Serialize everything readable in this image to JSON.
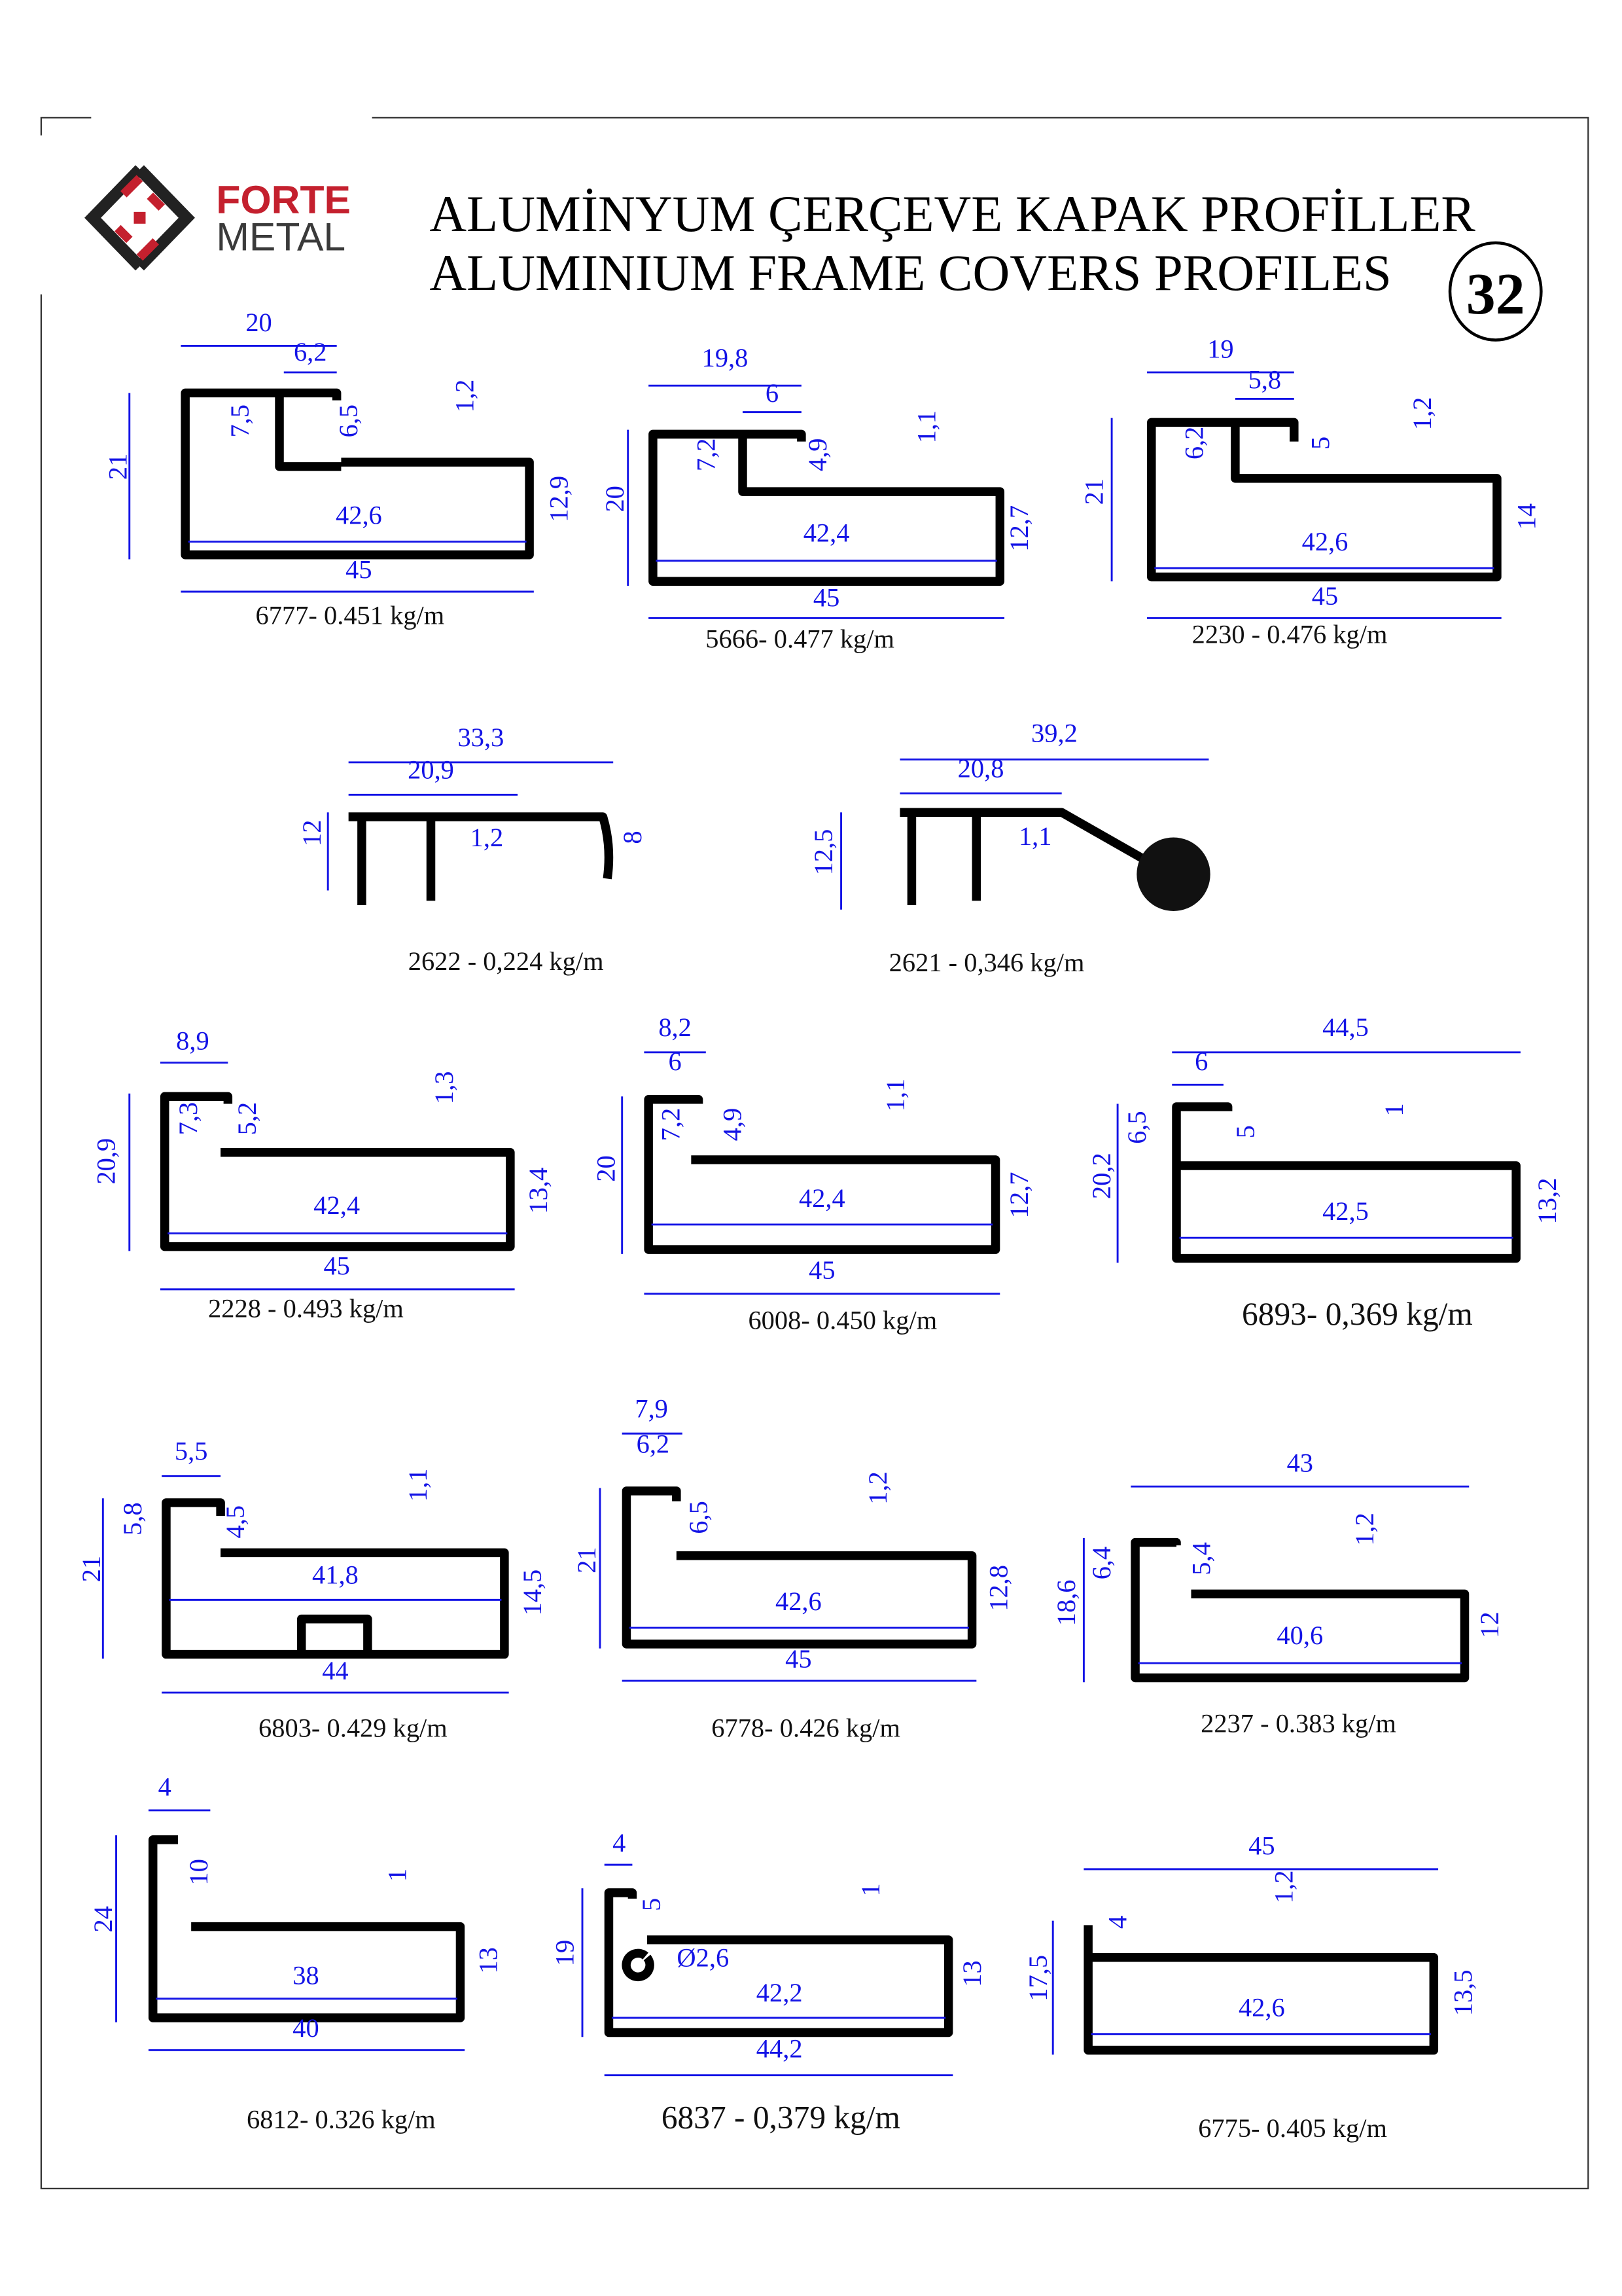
{
  "header": {
    "brand_top": "FORTE",
    "brand_bottom": "METAL",
    "title_tr": "ALUMİNYUM ÇERÇEVE KAPAK PROFİLLER",
    "title_en": "ALUMINIUM FRAME COVERS PROFILES",
    "page_number": "32"
  },
  "colors": {
    "dimension": "#1414e6",
    "brand_red": "#c4202e",
    "brand_gray": "#3a3a3a"
  },
  "profiles": [
    {
      "caption": "6777- 0.451 kg/m",
      "dims": [
        "20",
        "6,2",
        "7,5",
        "6,5",
        "1,2",
        "21",
        "42,6",
        "12,9",
        "45"
      ]
    },
    {
      "caption": "5666- 0.477 kg/m",
      "dims": [
        "19,8",
        "6",
        "7,2",
        "4,9",
        "1,1",
        "20",
        "42,4",
        "12,7",
        "45"
      ]
    },
    {
      "caption": "2230 - 0.476 kg/m",
      "dims": [
        "19",
        "5,8",
        "6,2",
        "5",
        "1,2",
        "21",
        "42,6",
        "14",
        "45"
      ]
    },
    {
      "caption": "2622 - 0,224 kg/m",
      "dims": [
        "33,3",
        "20,9",
        "12",
        "1,2",
        "8"
      ]
    },
    {
      "caption": "2621 - 0,346 kg/m",
      "dims": [
        "39,2",
        "20,8",
        "12,5",
        "1,1"
      ]
    },
    {
      "caption": "2228 - 0.493 kg/m",
      "dims": [
        "8,9",
        "7,3",
        "5,2",
        "1,3",
        "20,9",
        "42,4",
        "13,4",
        "45"
      ]
    },
    {
      "caption": "6008- 0.450 kg/m",
      "dims": [
        "8,2",
        "6",
        "7,2",
        "4,9",
        "1,1",
        "20",
        "42,4",
        "12,7",
        "45"
      ]
    },
    {
      "caption": "6893- 0,369 kg/m",
      "dims": [
        "44,5",
        "6",
        "6,5",
        "5",
        "1",
        "20,2",
        "42,5",
        "13,2"
      ]
    },
    {
      "caption": "6803- 0.429 kg/m",
      "dims": [
        "5,5",
        "5,8",
        "4,5",
        "1,1",
        "21",
        "41,8",
        "14,5",
        "44"
      ]
    },
    {
      "caption": "6778- 0.426 kg/m",
      "dims": [
        "7,9",
        "6,2",
        "6,5",
        "1,2",
        "21",
        "42,6",
        "12,8",
        "45"
      ]
    },
    {
      "caption": "2237 - 0.383 kg/m",
      "dims": [
        "43",
        "6,4",
        "5,4",
        "1,2",
        "18,6",
        "40,6",
        "12"
      ]
    },
    {
      "caption": "6812- 0.326 kg/m",
      "dims": [
        "4",
        "10",
        "1",
        "24",
        "38",
        "13",
        "40"
      ]
    },
    {
      "caption": "6837 - 0,379 kg/m",
      "dims": [
        "4",
        "5",
        "Ø2,6",
        "1",
        "19",
        "42,2",
        "13",
        "44,2"
      ]
    },
    {
      "caption": "6775- 0.405 kg/m",
      "dims": [
        "45",
        "4",
        "1,2",
        "17,5",
        "42,6",
        "13,5"
      ]
    }
  ]
}
